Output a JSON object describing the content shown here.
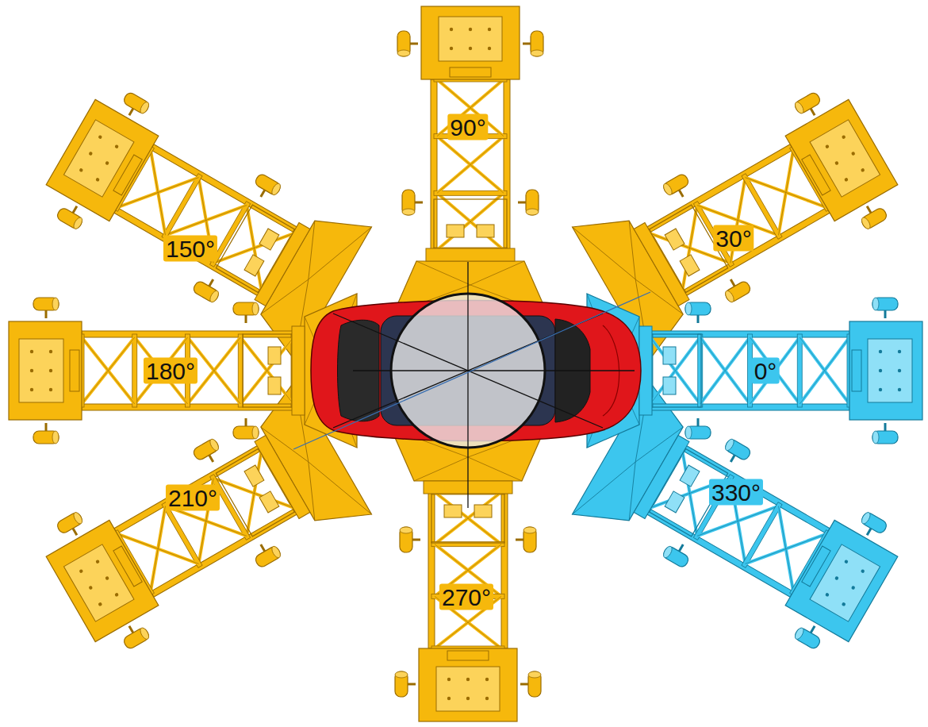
{
  "diagram": {
    "labels": [
      "90°",
      "150°",
      "30°",
      "180°",
      "0°",
      "210°",
      "330°",
      "270°"
    ]
  }
}
